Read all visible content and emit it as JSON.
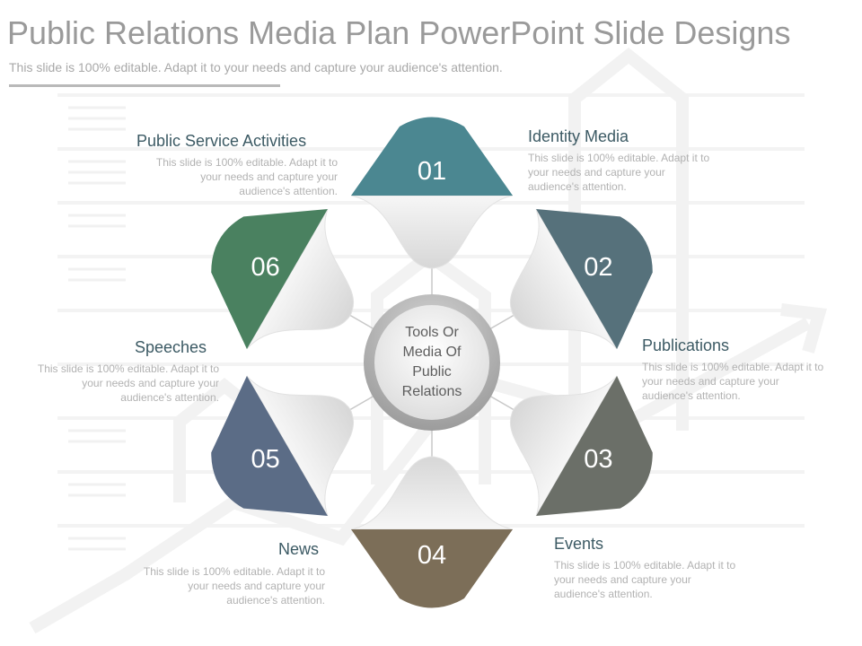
{
  "header": {
    "title": "Public Relations Media Plan PowerPoint Slide Designs",
    "subtitle": "This slide is 100% editable. Adapt it to your needs and capture your audience's attention."
  },
  "center": {
    "line1": "Tools Or",
    "line2": "Media Of",
    "line3": "Public",
    "line4": "Relations"
  },
  "items": [
    {
      "number": "01",
      "label": "Identity Media",
      "desc": "This slide is 100% editable. Adapt it to your needs and capture your audience's attention.",
      "color": "#4b8791"
    },
    {
      "number": "02",
      "label": "Publications",
      "desc": "This slide is 100% editable. Adapt it to your needs and capture your audience's attention.",
      "color": "#56717b"
    },
    {
      "number": "03",
      "label": "Events",
      "desc": "This slide is 100% editable. Adapt it to your needs and capture your audience's attention.",
      "color": "#6b6f68"
    },
    {
      "number": "04",
      "label": "News",
      "desc": "This slide is 100% editable. Adapt it to your needs and capture your audience's attention.",
      "color": "#7c6e58"
    },
    {
      "number": "05",
      "label": "Speeches",
      "desc": "This slide is 100% editable. Adapt it to your needs and capture your audience's attention.",
      "color": "#5b6c86"
    },
    {
      "number": "06",
      "label": "Public Service Activities",
      "desc": "This slide is 100% editable. Adapt it to your needs and capture your audience's attention.",
      "color": "#4a8160"
    }
  ]
}
